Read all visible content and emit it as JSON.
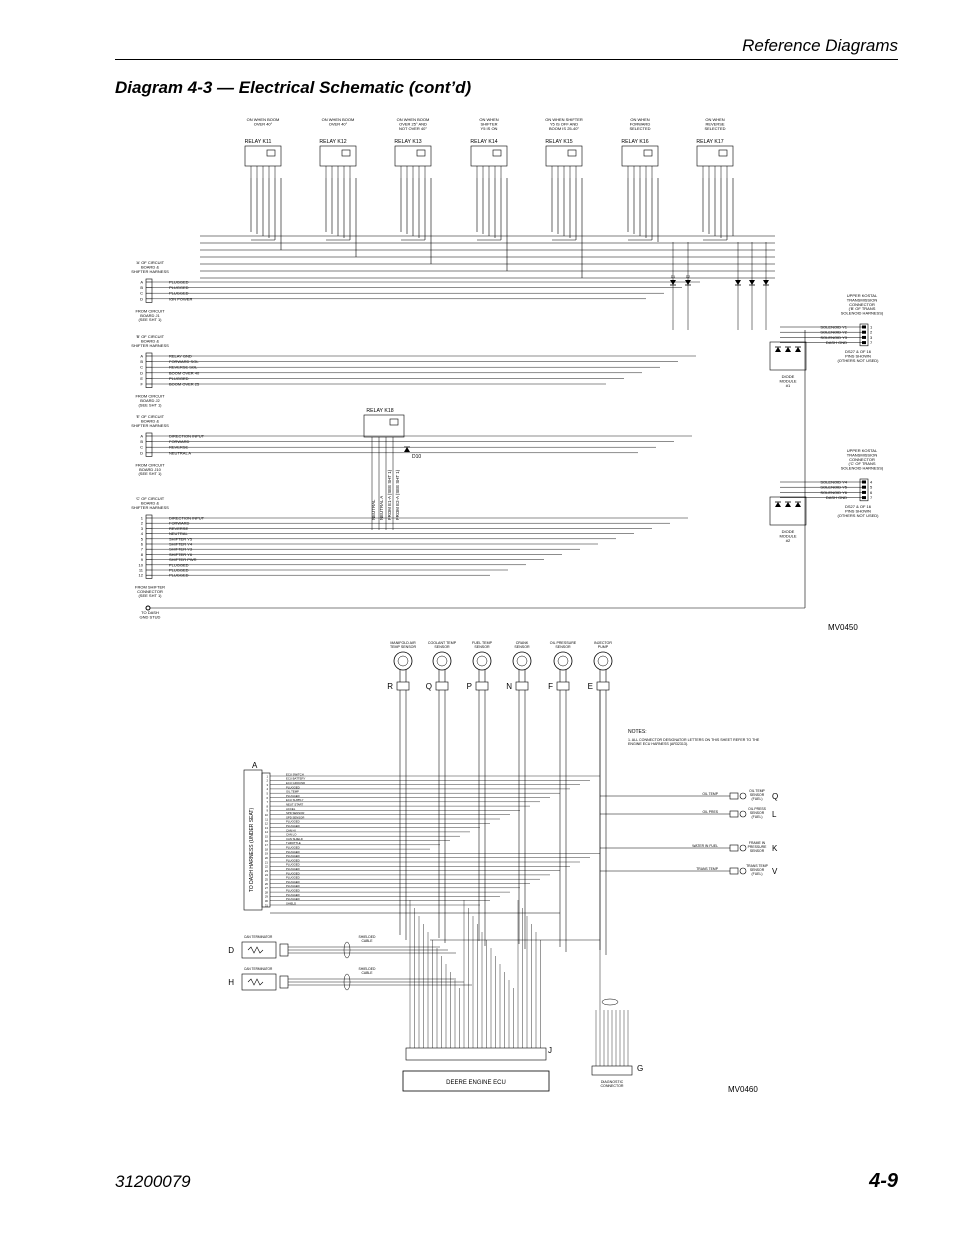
{
  "header": {
    "section": "Reference Diagrams"
  },
  "diagram_title": "Diagram 4-3 — Electrical Schematic (cont’d)",
  "footer": {
    "doc_number": "31200079",
    "page": "4-9"
  },
  "codes": {
    "upper": "MV0450",
    "lower": "MV0460"
  },
  "relays": [
    {
      "label": "RELAY K11",
      "caption": [
        "ON WHEN BOOM",
        "OVER 40°"
      ]
    },
    {
      "label": "RELAY K12",
      "caption": [
        "ON WHEN BOOM",
        "OVER 40°"
      ]
    },
    {
      "label": "RELAY K13",
      "caption": [
        "ON WHEN BOOM",
        "OVER 25° AND",
        "NOT OVER 40°"
      ]
    },
    {
      "label": "RELAY K14",
      "caption": [
        "ON WHEN",
        "SHIFTER",
        "Y5 IS ON"
      ]
    },
    {
      "label": "RELAY K15",
      "caption": [
        "ON WHEN SHIFTER",
        "Y5 IS OFF AND",
        "BOOM IS 25-40°"
      ]
    },
    {
      "label": "RELAY K16",
      "caption": [
        "ON WHEN",
        "FORWARD",
        "SELECTED"
      ]
    },
    {
      "label": "RELAY K17",
      "caption": [
        "ON WHEN",
        "REVERSE",
        "SELECTED"
      ]
    }
  ],
  "relay_k18": "RELAY K18",
  "connectors_left": [
    {
      "head": [
        "'A' OF CIRCUIT",
        "BOARD &",
        "SHIFTER HARNESS"
      ],
      "pins": [
        "A",
        "B",
        "C",
        "D"
      ],
      "signals": [
        "PLUGGED",
        "PLUGGED",
        "PLUGGED",
        "IGN POWER"
      ],
      "foot": [
        "FROM CIRCUIT",
        "BOARD J1",
        "(SEE SHT 1)"
      ]
    },
    {
      "head": [
        "'B' OF CIRCUIT",
        "BOARD &",
        "SHIFTER HARNESS"
      ],
      "pins": [
        "A",
        "B",
        "C",
        "D",
        "E",
        "F"
      ],
      "signals": [
        "RELAY GND",
        "FORWARD SOL",
        "REVERSE SOL",
        "BOOM OVER 40",
        "PLUGGED",
        "BOOM OVER 25"
      ],
      "foot": [
        "FROM CIRCUIT",
        "BOARD J2",
        "(SEE SHT 1)"
      ]
    },
    {
      "head": [
        "'E' OF CIRCUIT",
        "BOARD &",
        "SHIFTER HARNESS"
      ],
      "pins": [
        "A",
        "B",
        "C",
        "D"
      ],
      "signals": [
        "DIRECTION INPUT",
        "FORWARD",
        "REVERSE",
        "NEUTRAL A"
      ],
      "foot": [
        "FROM CIRCUIT",
        "BOARD J10",
        "(SEE SHT 1)"
      ]
    },
    {
      "head": [
        "'C' OF CIRCUIT",
        "BOARD &",
        "SHIFTER HARNESS"
      ],
      "pins": [
        "1",
        "2",
        "3",
        "4",
        "5",
        "6",
        "7",
        "8",
        "9",
        "10",
        "11",
        "12"
      ],
      "signals": [
        "DIRECTION INPUT",
        "FORWARD",
        "REVERSE",
        "NEUTRAL",
        "SHIFTER Y5",
        "SHIFTER Y4",
        "SHIFTER Y3",
        "SHIFTER Y6",
        "SHIFTER PWR",
        "PLUGGED",
        "PLUGGED",
        "PLUGGED"
      ],
      "foot": [
        "FROM SHIFTER",
        "CONNECTOR",
        "(SEE SHT 1)"
      ]
    }
  ],
  "dash_stud": [
    "TO DASH",
    "GND STUD"
  ],
  "k18_vertical": [
    "NEUTRAL",
    "NEUTRAL A",
    "FROM E1-A (SEE SHT 1)",
    "FROM E2-A (SEE SHT 1)"
  ],
  "d10": "D10",
  "right_connectors": [
    {
      "head": [
        "UPPER KOSTAL",
        "TRANSMISSION",
        "CONNECTOR",
        "('B' OF TRANS",
        "SOLENOID HARNESS)"
      ],
      "pins": [
        "1",
        "2",
        "3",
        "7"
      ],
      "signals": [
        "SOLENOID Y1",
        "SOLENOID Y2",
        "SOLENOID Y3",
        "DASH GND"
      ],
      "note": [
        "DS27 & OF 16",
        "PINS SHOWN",
        "(OTHERS NOT USED)"
      ],
      "module": [
        "DIODE",
        "MODULE",
        "#1"
      ]
    },
    {
      "head": [
        "UPPER KOSTAL",
        "TRANSMISSION",
        "CONNECTOR",
        "('C' OF TRANS",
        "SOLENOID HARNESS)"
      ],
      "pins": [
        "4",
        "5",
        "6",
        "7"
      ],
      "signals": [
        "SOLENOID Y4",
        "SOLENOID Y5",
        "SOLENOID Y6",
        "DASH GND"
      ],
      "note": [
        "DS27 & OF 16",
        "PINS SHOWN",
        "(OTHERS NOT USED)"
      ],
      "module": [
        "DIODE",
        "MODULE",
        "#2"
      ]
    }
  ],
  "sensors": [
    {
      "letter": "R",
      "caption": [
        "MANIFOLD AIR",
        "TEMP SENSOR"
      ]
    },
    {
      "letter": "Q",
      "caption": [
        "COOLANT TEMP",
        "SENSOR"
      ]
    },
    {
      "letter": "P",
      "caption": [
        "FUEL TEMP",
        "SENSOR"
      ]
    },
    {
      "letter": "N",
      "caption": [
        "CRANK",
        "SENSOR"
      ]
    },
    {
      "letter": "F",
      "caption": [
        "OIL PRESSURE",
        "SENSOR"
      ]
    },
    {
      "letter": "E",
      "caption": [
        "INJECTOR",
        "PUMP"
      ]
    }
  ],
  "notes": {
    "title": "NOTES:",
    "lines": [
      "1. ALL CONNECTOR DESIGNATOR LETTERS ON THIS SHEET REFER TO THE",
      "ENGINE ECU HARNESS (AR32313)."
    ]
  },
  "dash_harness_label": "TO DASH HARNESS (UNDER SEAT)",
  "dash_harness_pins": [
    "1",
    "2",
    "3",
    "4",
    "5",
    "6",
    "7",
    "8",
    "9",
    "10",
    "11",
    "12",
    "13",
    "14",
    "15",
    "16",
    "17",
    "18",
    "19",
    "20",
    "21",
    "22",
    "23",
    "24",
    "25",
    "26",
    "27",
    "28",
    "29",
    "30",
    "31"
  ],
  "dash_harness_signals": [
    "ECU SWITCH",
    "ECU BATTERY",
    "ECU GROUND",
    "PLUGGED",
    "OIL TEMP",
    "PLUGGED",
    "ECU SUPPLY",
    "NEUT START",
    "ACCEL",
    "SPD SENSOR",
    "SPD SENSOR",
    "PLUGGED",
    "PLUGGED",
    "CAN HI",
    "CAN LO",
    "CAN SHIELD",
    "THROTTLE",
    "PLUGGED",
    "PLUGGED",
    "PLUGGED",
    "PLUGGED",
    "PLUGGED",
    "PLUGGED",
    "PLUGGED",
    "PLUGGED",
    "PLUGGED",
    "PLUGGED",
    "PLUGGED",
    "PLUGGED",
    "PLUGGED",
    "SHIELD"
  ],
  "right_sensors": [
    {
      "letter": "Q",
      "wire": "OIL TEMP",
      "caption": [
        "OIL TEMP",
        "SENSOR",
        "(FUEL)"
      ]
    },
    {
      "letter": "L",
      "wire": "OIL PRES",
      "caption": [
        "OIL PRESS",
        "SENSOR",
        "(FUEL)"
      ]
    },
    {
      "letter": "K",
      "wire": "WATER IN FUEL",
      "caption": [
        "FRAME IN",
        "PRESSURE",
        "SENSOR"
      ]
    },
    {
      "letter": "V",
      "wire": "TRANS TEMP",
      "caption": [
        "TRANS TEMP",
        "SENSOR",
        "(FUEL)"
      ]
    }
  ],
  "left_boxes": [
    {
      "letter": "D",
      "head": "CAN TERMINATOR"
    },
    {
      "letter": "H",
      "head": "CAN TERMINATOR"
    }
  ],
  "shielded_cable": [
    "SHIELDED",
    "CABLE"
  ],
  "connector_j": "J",
  "connector_g": "G",
  "ecu_label": "DEERE ENGINE ECU",
  "diagnostic": [
    "DIAGNOSTIC",
    "CONNECTOR"
  ]
}
